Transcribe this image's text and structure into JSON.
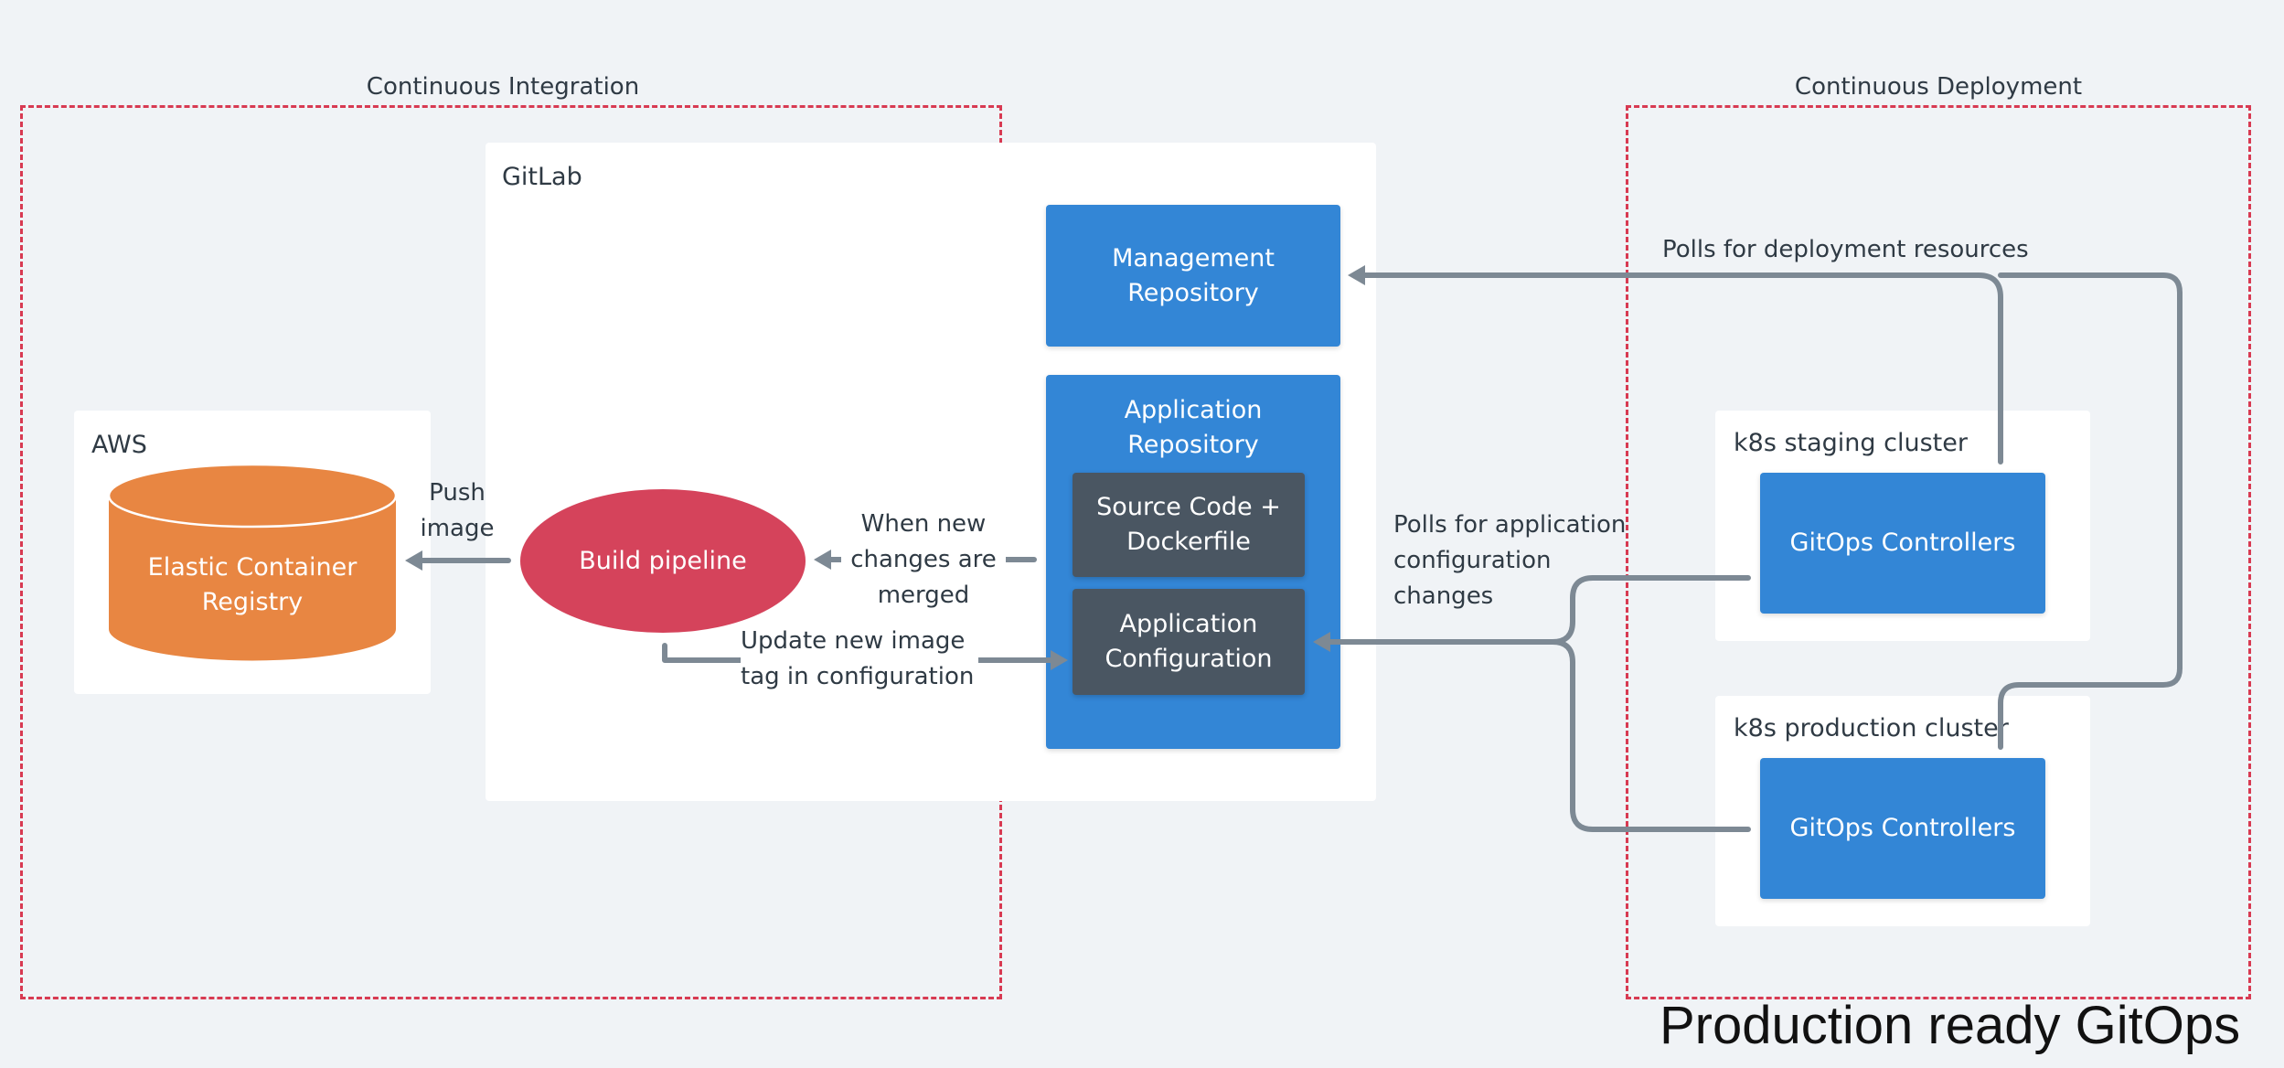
{
  "diagram": {
    "title": "Production ready GitOps",
    "groups": {
      "ci": "Continuous Integration",
      "cd": "Continuous Deployment"
    },
    "containers": {
      "gitlab": "GitLab",
      "aws": "AWS",
      "staging": "k8s staging cluster",
      "production": "k8s production cluster"
    },
    "nodes": {
      "management_repo": "Management\nRepository",
      "application_repo": "Application\nRepository",
      "source_code": "Source Code +\nDockerfile",
      "app_config": "Application\nConfiguration",
      "build_pipeline": "Build pipeline",
      "ecr": "Elastic Container\nRegistry",
      "gitops_staging": "GitOps Controllers",
      "gitops_production": "GitOps Controllers"
    },
    "edges": {
      "push_image": "Push\nimage",
      "when_merged": "When new\nchanges are\nmerged",
      "update_tag": "Update new image\ntag in configuration",
      "polls_deploy": "Polls for deployment resources",
      "polls_app": "Polls for application\nconfiguration\nchanges"
    },
    "colors": {
      "dashed_border": "#d83a52",
      "blue_box": "#3386d6",
      "dark_box": "#4a5662",
      "pipeline": "#d5435b",
      "cylinder": "#e88642",
      "arrow": "#7d8994",
      "panel": "#ffffff",
      "background": "#f0f3f6"
    }
  }
}
